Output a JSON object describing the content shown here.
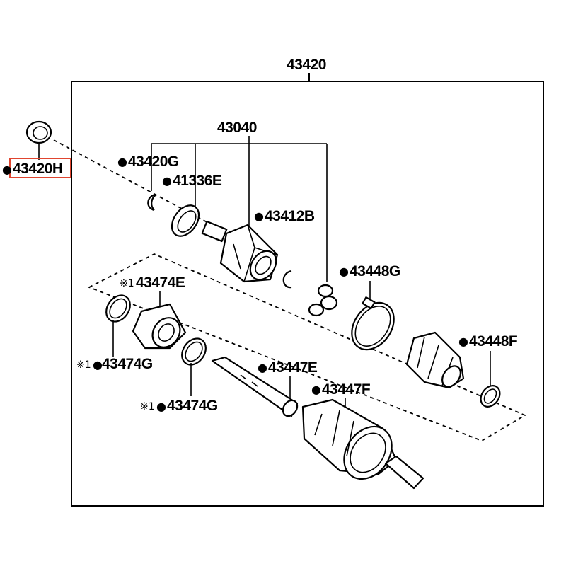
{
  "diagram": {
    "assembly_number": "43420",
    "sub_assembly_number": "43040",
    "bullet": "●",
    "note_mark": "※1",
    "parts": {
      "p43420H": "43420H",
      "p43420G": "43420G",
      "p41336E": "41336E",
      "p43412B": "43412B",
      "p43448G": "43448G",
      "p43474E": "43474E",
      "p43448F": "43448F",
      "p43474G_a": "43474G",
      "p43447E": "43447E",
      "p43447F": "43447F",
      "p43474G_b": "43474G"
    },
    "colors": {
      "line": "#000000",
      "highlight": "#e0452f",
      "background": "#ffffff"
    }
  }
}
